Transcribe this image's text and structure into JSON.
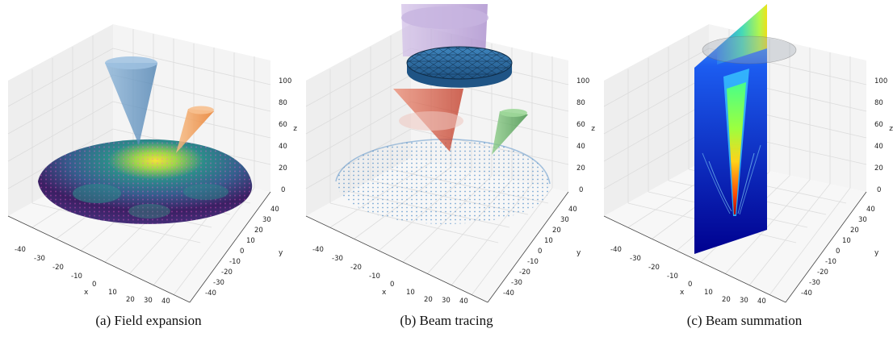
{
  "panels": [
    {
      "caption": "(a) Field expansion",
      "axes": {
        "x_label": "x",
        "y_label": "y",
        "z_label": "z",
        "x_ticks": [
          "-40",
          "-30",
          "-20",
          "-10",
          "0",
          "10",
          "20",
          "30",
          "40"
        ],
        "y_ticks": [
          "40",
          "30",
          "20",
          "10",
          "0",
          "-10",
          "-20",
          "-30",
          "-40"
        ],
        "z_ticks": [
          "100",
          "80",
          "60",
          "40",
          "20",
          "0"
        ]
      }
    },
    {
      "caption": "(b) Beam tracing",
      "axes": {
        "x_label": "x",
        "y_label": "y",
        "z_label": "z",
        "x_ticks": [
          "-40",
          "-30",
          "-20",
          "-10",
          "0",
          "10",
          "20",
          "30",
          "40"
        ],
        "y_ticks": [
          "40",
          "30",
          "20",
          "10",
          "0",
          "-10",
          "-20",
          "-30",
          "-40"
        ],
        "z_ticks": [
          "100",
          "80",
          "60",
          "40",
          "20",
          "0"
        ]
      }
    },
    {
      "caption": "(c) Beam summation",
      "axes": {
        "x_label": "x",
        "y_label": "y",
        "z_label": "z",
        "x_ticks": [
          "-40",
          "-30",
          "-20",
          "-10",
          "0",
          "10",
          "20",
          "30",
          "40"
        ],
        "y_ticks": [
          "40",
          "30",
          "20",
          "10",
          "0",
          "-10",
          "-20",
          "-30",
          "-40"
        ],
        "z_ticks": [
          "100",
          "80",
          "60",
          "40",
          "20",
          "0"
        ]
      }
    }
  ],
  "colors": {
    "pane_left": "#efefef",
    "pane_right": "#f4f4f4",
    "pane_floor": "#f6f6f6",
    "viridis_dark": "#3b1f63",
    "viridis_mid": "#2c8c8a",
    "viridis_bright": "#f2e437",
    "cone_blue": "#5f94c4",
    "cone_orange": "#f29b4f",
    "cone_purple": "#b79ed6",
    "cone_red": "#d5452f",
    "cone_green": "#4fa053",
    "disk_blue": "#2e6fa6",
    "dot_blue": "#4f8cc6"
  }
}
